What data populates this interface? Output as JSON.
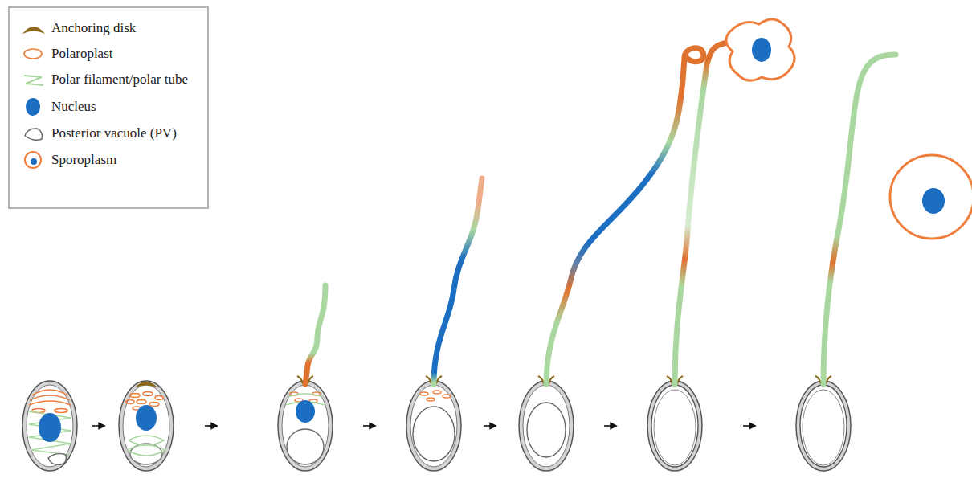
{
  "diagram": {
    "legend": [
      {
        "text": "Anchoring disk"
      },
      {
        "text": "Polaroplast"
      },
      {
        "text": "Polar filament/polar tube"
      },
      {
        "text": "Nucleus"
      },
      {
        "text": "Posterior vacuole (PV)"
      },
      {
        "text": "Sporoplasm"
      }
    ]
  }
}
